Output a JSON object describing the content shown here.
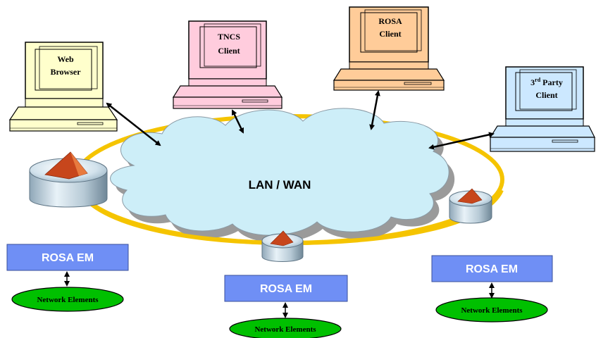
{
  "network": {
    "label": "LAN / WAN"
  },
  "clients": [
    {
      "id": "web",
      "line1": "Web",
      "line2": "Browser",
      "color": "#ffffcc"
    },
    {
      "id": "tncs",
      "line1": "TNCS",
      "line2": "Client",
      "color": "#ffccdd"
    },
    {
      "id": "rosa",
      "line1": "ROSA",
      "line2": "Client",
      "color": "#ffcc99"
    },
    {
      "id": "third",
      "line1_main": "3",
      "line1_sup": "rd",
      "line1_rest": " Party",
      "line2": "Client",
      "color": "#cce8ff"
    }
  ],
  "managers": [
    {
      "id": "left",
      "label": "ROSA EM",
      "elements": "Network Elements"
    },
    {
      "id": "center",
      "label": "ROSA EM",
      "elements": "Network Elements"
    },
    {
      "id": "right",
      "label": "ROSA EM",
      "elements": "Network Elements"
    }
  ],
  "colors": {
    "ring": "#f5c400",
    "cloud": "#cdeef8",
    "em_box": "#6f8ff5",
    "ellipse": "#00c000"
  }
}
